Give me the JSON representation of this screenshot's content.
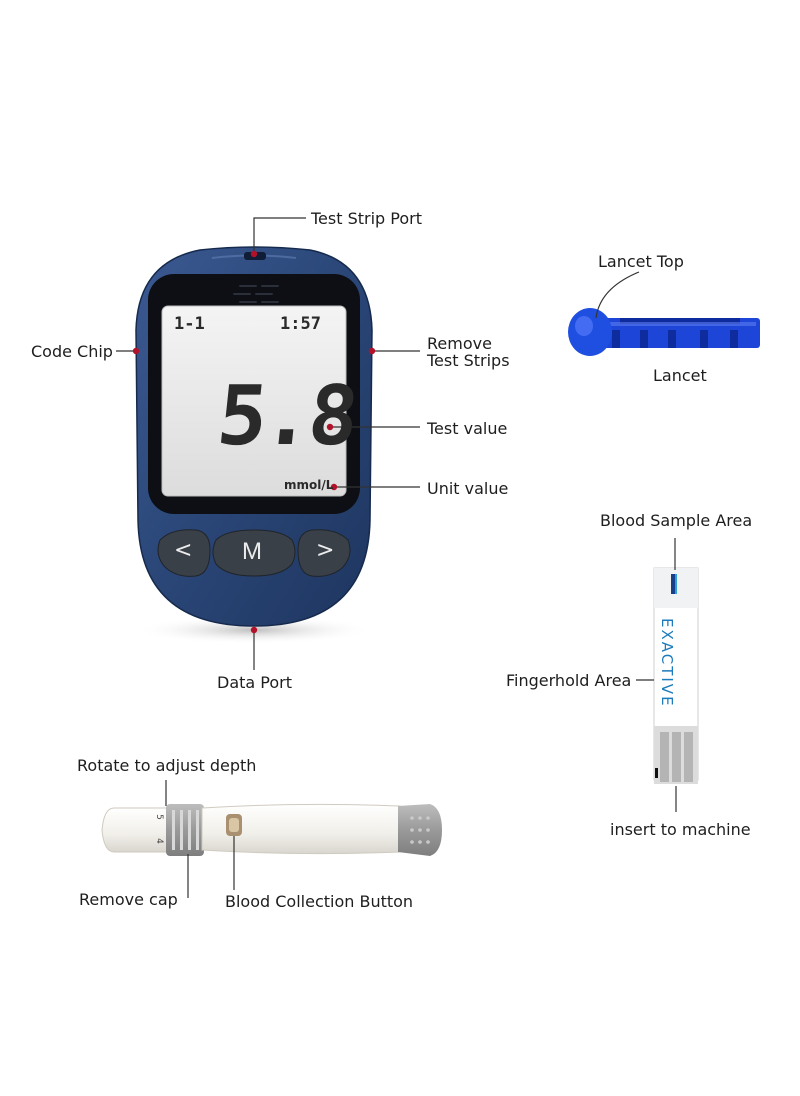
{
  "colors": {
    "meter_body": "#2a4677",
    "lcd_bg": "#e9e9e9",
    "lcd_digits": "#2a2a2a",
    "lancet_blue": "#1d46d8",
    "leader_line": "#333333",
    "leader_dot": "#b1122a",
    "strip_logo": "#1c7bbd"
  },
  "labels": {
    "test_strip_port": "Test Strip Port",
    "code_chip": "Code Chip",
    "remove_test_strips_line1": "Remove",
    "remove_test_strips_line2": "Test Strips",
    "test_value": "Test value",
    "unit_value": "Unit value",
    "data_port": "Data Port",
    "lancet_top": "Lancet Top",
    "lancet": "Lancet",
    "blood_sample_area": "Blood Sample Area",
    "fingerhold_area": "Fingerhold Area",
    "insert_to_machine": "insert to machine",
    "rotate_to_adjust_depth": "Rotate to adjust depth",
    "remove_cap": "Remove cap",
    "blood_collection_button": "Blood Collection Button"
  },
  "meter": {
    "display": {
      "top_left": "1-1",
      "top_right": "1:57",
      "reading": "5.8",
      "unit": "mmol/L"
    },
    "buttons": {
      "left": "<",
      "mode": "M",
      "right": ">"
    }
  },
  "strip": {
    "brand": "EXACTIVE"
  },
  "lancing_device": {
    "depth_marks": [
      "5",
      "4"
    ]
  }
}
